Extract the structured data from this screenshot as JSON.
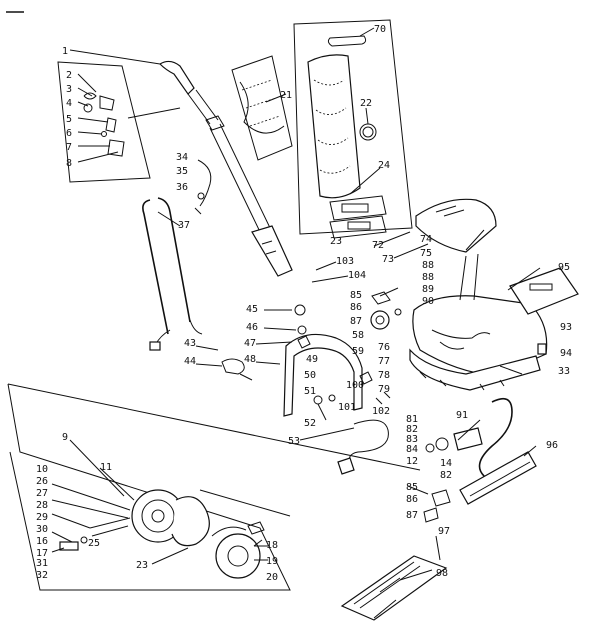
{
  "labels": [
    {
      "id": "l1",
      "text": "1"
    },
    {
      "id": "l2",
      "text": "2"
    },
    {
      "id": "l3",
      "text": "3"
    },
    {
      "id": "l4",
      "text": "4"
    },
    {
      "id": "l5",
      "text": "5"
    },
    {
      "id": "l6",
      "text": "6"
    },
    {
      "id": "l7",
      "text": "7"
    },
    {
      "id": "l8",
      "text": "8"
    },
    {
      "id": "l21",
      "text": "21"
    },
    {
      "id": "l70",
      "text": "70"
    },
    {
      "id": "l22",
      "text": "22"
    },
    {
      "id": "l24",
      "text": "24"
    },
    {
      "id": "l23a",
      "text": "23"
    },
    {
      "id": "l34",
      "text": "34"
    },
    {
      "id": "l35",
      "text": "35"
    },
    {
      "id": "l36",
      "text": "36"
    },
    {
      "id": "l37",
      "text": "37"
    },
    {
      "id": "l72",
      "text": "72"
    },
    {
      "id": "l73",
      "text": "73"
    },
    {
      "id": "l74",
      "text": "74"
    },
    {
      "id": "l75",
      "text": "75"
    },
    {
      "id": "l103",
      "text": "103"
    },
    {
      "id": "l104",
      "text": "104"
    },
    {
      "id": "l88a",
      "text": "88"
    },
    {
      "id": "l88b",
      "text": "88"
    },
    {
      "id": "l89",
      "text": "89"
    },
    {
      "id": "l90",
      "text": "90"
    },
    {
      "id": "l95",
      "text": "95"
    },
    {
      "id": "l93",
      "text": "93"
    },
    {
      "id": "l94",
      "text": "94"
    },
    {
      "id": "l33",
      "text": "33"
    },
    {
      "id": "l45",
      "text": "45"
    },
    {
      "id": "l85",
      "text": "85"
    },
    {
      "id": "l86",
      "text": "86"
    },
    {
      "id": "l46",
      "text": "46"
    },
    {
      "id": "l87",
      "text": "87"
    },
    {
      "id": "l47",
      "text": "47"
    },
    {
      "id": "l43",
      "text": "43"
    },
    {
      "id": "l44",
      "text": "44"
    },
    {
      "id": "l48",
      "text": "48"
    },
    {
      "id": "l49",
      "text": "49"
    },
    {
      "id": "l59",
      "text": "59"
    },
    {
      "id": "l58",
      "text": "58"
    },
    {
      "id": "l76",
      "text": "76"
    },
    {
      "id": "l77",
      "text": "77"
    },
    {
      "id": "l50",
      "text": "50"
    },
    {
      "id": "l100",
      "text": "100"
    },
    {
      "id": "l78",
      "text": "78"
    },
    {
      "id": "l51",
      "text": "51"
    },
    {
      "id": "l79",
      "text": "79"
    },
    {
      "id": "l101",
      "text": "101"
    },
    {
      "id": "l102",
      "text": "102"
    },
    {
      "id": "l52",
      "text": "52"
    },
    {
      "id": "l53",
      "text": "53"
    },
    {
      "id": "l81",
      "text": "81"
    },
    {
      "id": "l82a",
      "text": "82"
    },
    {
      "id": "l91",
      "text": "91"
    },
    {
      "id": "l83",
      "text": "83"
    },
    {
      "id": "l84",
      "text": "84"
    },
    {
      "id": "l12",
      "text": "12"
    },
    {
      "id": "l14",
      "text": "14"
    },
    {
      "id": "l82b",
      "text": "82"
    },
    {
      "id": "l96",
      "text": "96"
    },
    {
      "id": "l85b",
      "text": "85"
    },
    {
      "id": "l86b",
      "text": "86"
    },
    {
      "id": "l87b",
      "text": "87"
    },
    {
      "id": "l97",
      "text": "97"
    },
    {
      "id": "l98",
      "text": "98"
    },
    {
      "id": "l9",
      "text": "9"
    },
    {
      "id": "l11",
      "text": "11"
    },
    {
      "id": "l10",
      "text": "10"
    },
    {
      "id": "l26",
      "text": "26"
    },
    {
      "id": "l27",
      "text": "27"
    },
    {
      "id": "l28",
      "text": "28"
    },
    {
      "id": "l29",
      "text": "29"
    },
    {
      "id": "l30",
      "text": "30"
    },
    {
      "id": "l16",
      "text": "16"
    },
    {
      "id": "l17",
      "text": "17"
    },
    {
      "id": "l31",
      "text": "31"
    },
    {
      "id": "l32",
      "text": "32"
    },
    {
      "id": "l25",
      "text": "25"
    },
    {
      "id": "l23b",
      "text": "23"
    },
    {
      "id": "l18",
      "text": "18"
    },
    {
      "id": "l19",
      "text": "19"
    },
    {
      "id": "l20",
      "text": "20"
    }
  ]
}
